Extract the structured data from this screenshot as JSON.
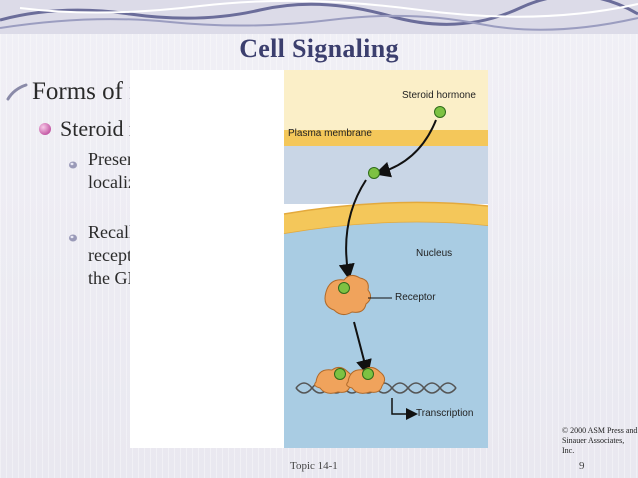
{
  "slide": {
    "title": "Cell Signaling",
    "bullets": {
      "level1": "Forms of receptors",
      "level2": "Steroid receptors",
      "level3": [
        "Present in the cytoplasm or localized in the nucleus",
        "Recall Glucocorticoid receptor – interaction with the GRE"
      ]
    },
    "figure": {
      "labels": {
        "steroid_hormone": "Steroid hormone",
        "plasma_membrane": "Plasma membrane",
        "nucleus": "Nucleus",
        "receptor": "Receptor",
        "transcription": "Transcription"
      }
    },
    "copyright": "© 2000 ASM Press and Sinauer Associates, Inc.",
    "footer": {
      "topic": "Topic 14-1",
      "page": "9"
    },
    "colors": {
      "title": "#3c3f6e",
      "membrane": "#f4c75a",
      "nucleus": "#a9cce3",
      "hormone": "#7dc242",
      "receptor": "#f0a35c"
    }
  }
}
